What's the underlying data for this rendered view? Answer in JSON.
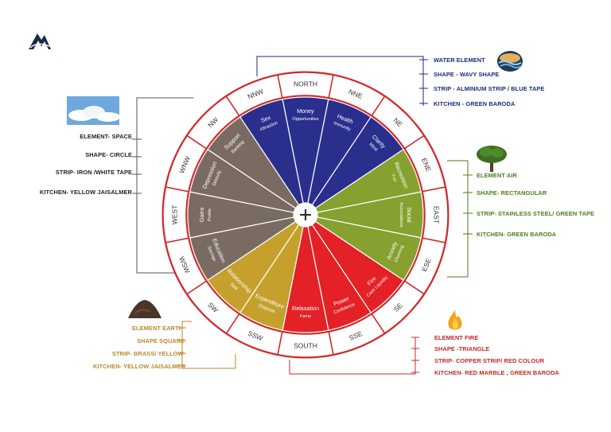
{
  "colors": {
    "ring": "#d12a2a",
    "water": "#2a2f8e",
    "air": "#86a12f",
    "fire": "#e32126",
    "earth": "#c5a02c",
    "space": "#7a6b62",
    "legend_water": "#1f2a78",
    "legend_air": "#4e7a1e",
    "legend_fire": "#c62828",
    "legend_earth": "#b8892b",
    "legend_space": "#222222"
  },
  "logo": {
    "icon": "triangle-mountain-logo-icon"
  },
  "center_icon": "plus-icon",
  "directions": [
    "NORTH",
    "NNE",
    "NE",
    "ENE",
    "EAST",
    "ESE",
    "SE",
    "SSE",
    "SOUTH",
    "SSW",
    "SW",
    "WSW",
    "WEST",
    "WNW",
    "NW",
    "NNW"
  ],
  "zones": [
    {
      "dir": "NORTH",
      "label1": "Money",
      "label2": "Opportunities",
      "element": "water"
    },
    {
      "dir": "NNE",
      "label1": "Health",
      "label2": "Immunity",
      "element": "water"
    },
    {
      "dir": "NE",
      "label1": "Clarity",
      "label2": "Mind",
      "element": "water"
    },
    {
      "dir": "ENE",
      "label1": "Recreation",
      "label2": "Fun",
      "element": "air"
    },
    {
      "dir": "EAST",
      "label1": "Social",
      "label2": "Associations",
      "element": "air"
    },
    {
      "dir": "ESE",
      "label1": "Anxiety",
      "label2": "Churning",
      "element": "air"
    },
    {
      "dir": "SE",
      "label1": "Fire",
      "label2": "Cash Liquidity",
      "element": "fire"
    },
    {
      "dir": "SSE",
      "label1": "Power",
      "label2": "Confidence",
      "element": "fire"
    },
    {
      "dir": "SOUTH",
      "label1": "Relaxation",
      "label2": "Fame",
      "element": "fire"
    },
    {
      "dir": "SSW",
      "label1": "Expenditure",
      "label2": "Disposal",
      "element": "earth"
    },
    {
      "dir": "SW",
      "label1": "Relationship",
      "label2": "Skill",
      "element": "earth"
    },
    {
      "dir": "WSW",
      "label1": "Education",
      "label2": "Savings",
      "element": "space"
    },
    {
      "dir": "WEST",
      "label1": "Gains",
      "label2": "Profits",
      "element": "space"
    },
    {
      "dir": "WNW",
      "label1": "Depression",
      "label2": "Detoxify",
      "element": "space"
    },
    {
      "dir": "NW",
      "label1": "Support",
      "label2": "Banking",
      "element": "space"
    },
    {
      "dir": "NNW",
      "label1": "Sex",
      "label2": "Attraction",
      "element": "water"
    }
  ],
  "legends": {
    "water": {
      "image_icon": "water-waves-image-icon",
      "lines": [
        "WATER ELEMENT",
        "SHAPE - WAVY SHAPE",
        "STRIP - ALMINIUM STRIP / BLUE TAPE",
        "KITCHEN - GREEN BARODA"
      ]
    },
    "air": {
      "image_icon": "tree-image-icon",
      "lines": [
        "ELEMENT AIR",
        "SHAPE- RECTANGULAR",
        "STRIP- STAINLESS STEEL/ GREEN TAPE",
        "KITCHEN- GREEN BARODA"
      ]
    },
    "fire": {
      "image_icon": "fire-image-icon",
      "lines": [
        "ELEMENT FIRE",
        "SHAPE -TRIANGLE",
        "STRIP- COPPER STRIP/ RED COLOUR",
        "KITCHEN- RED MARBLE , GREEN BARODA"
      ]
    },
    "earth": {
      "image_icon": "soil-mound-image-icon",
      "lines": [
        "ELEMENT EARTH",
        "SHAPE SQUARE",
        "STRIP- BRASS/ YELLOW",
        "KITCHEN- YELLOW JAISALMER"
      ]
    },
    "space": {
      "image_icon": "sky-clouds-image-icon",
      "lines": [
        "ELEMENT- SPACE",
        "SHAPE- CIRCLE",
        "STRIP- IRON /WHITE TAPE",
        "KITCHEN- YELLOW JAISALMER"
      ]
    }
  }
}
